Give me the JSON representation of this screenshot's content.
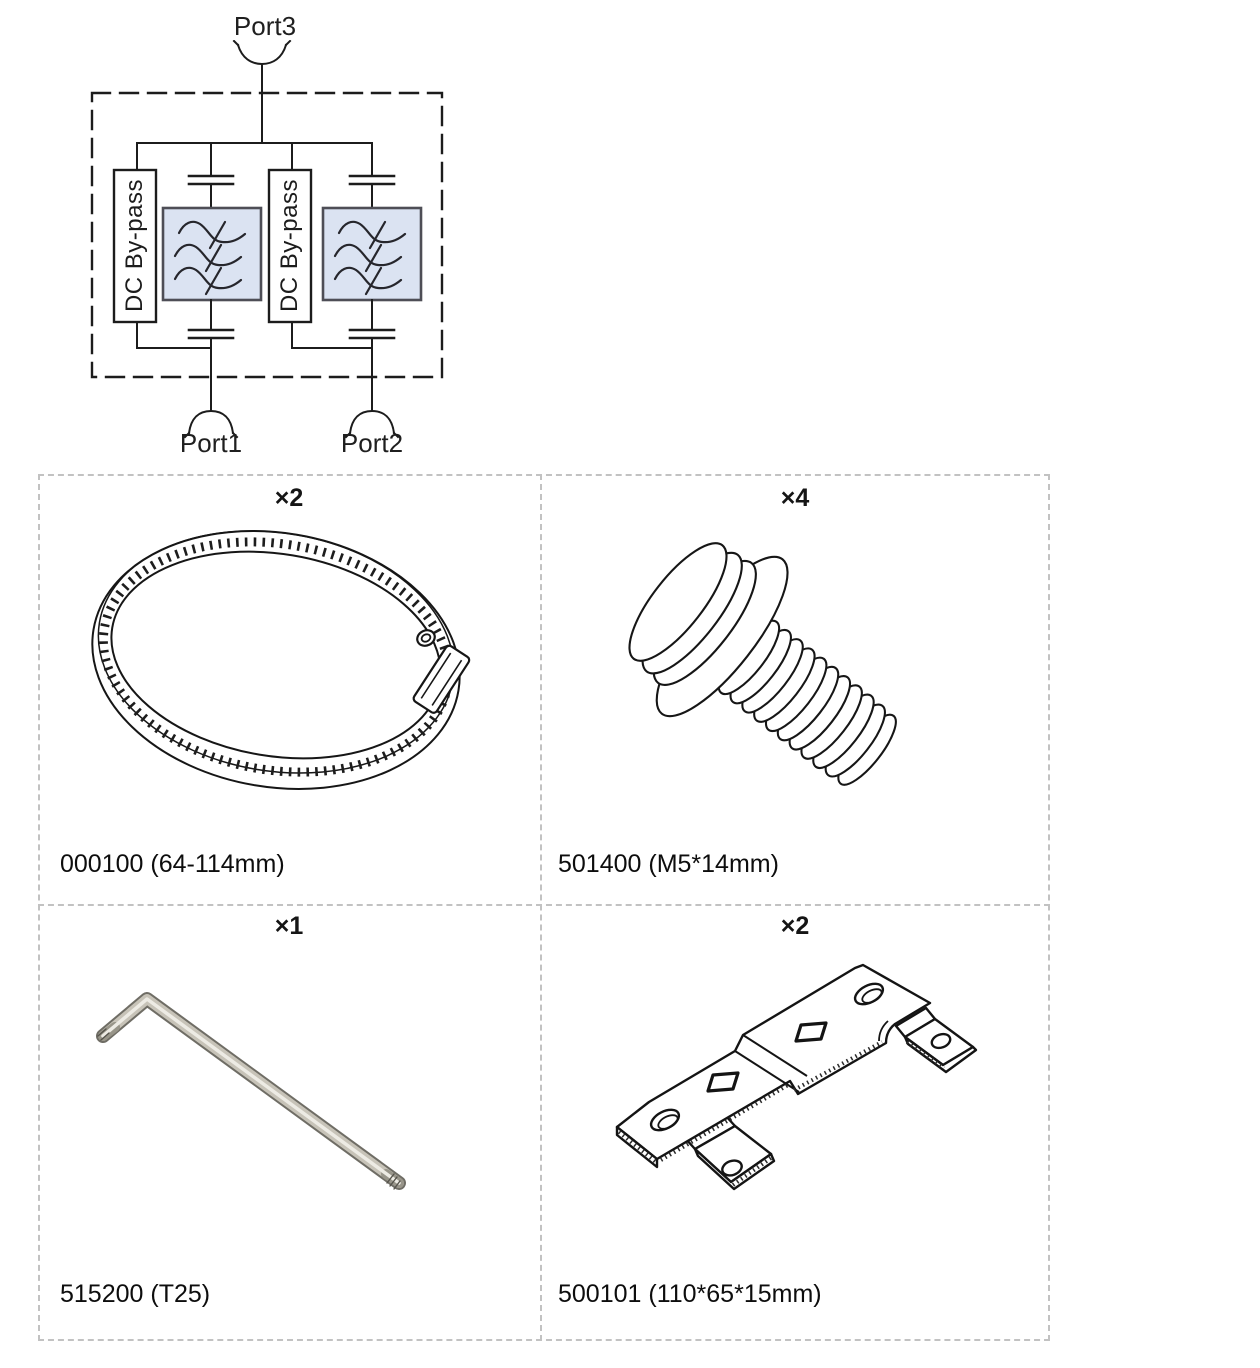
{
  "schematic": {
    "port_top": "Port3",
    "port_bottom_left": "Port1",
    "port_bottom_right": "Port2",
    "bypass_left": "DC By-pass",
    "bypass_right": "DC By-pass",
    "filter_fill_color": "#dbe3f2",
    "line_color": "#1c1c1c"
  },
  "parts_grid": {
    "border_color": "#c2c2c2",
    "parts": [
      {
        "name": "hose-clamp",
        "qty": "×2",
        "label": "000100 (64-114mm)"
      },
      {
        "name": "flange-screw",
        "qty": "×4",
        "label": "501400 (M5*14mm)"
      },
      {
        "name": "torx-key",
        "qty": "×1",
        "label": "515200 (T25)"
      },
      {
        "name": "mounting-bracket",
        "qty": "×2",
        "label": "500101 (110*65*15mm)"
      }
    ]
  }
}
